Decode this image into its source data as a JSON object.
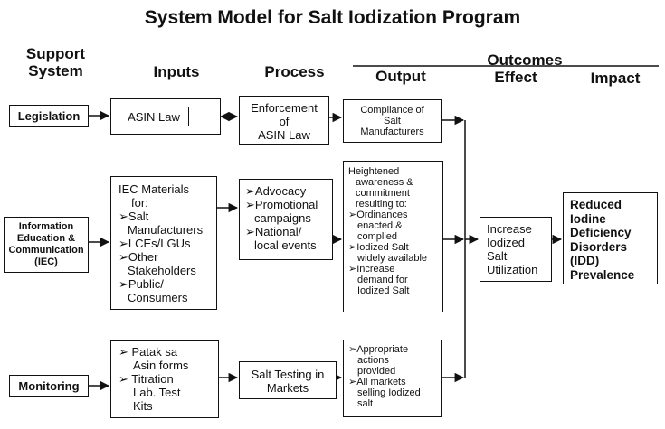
{
  "title": "System Model for Salt Iodization Program",
  "headers": {
    "support": [
      "Support",
      "System"
    ],
    "inputs": "Inputs",
    "process": "Process",
    "outcomes": "Outcomes",
    "output": "Output",
    "effect": "Effect",
    "impact": "Impact"
  },
  "support_system": {
    "legislation": "Legislation",
    "iec": [
      "Information",
      "Education &",
      "Communication",
      "(IEC)"
    ],
    "monitoring": "Monitoring"
  },
  "inputs": {
    "asin_law": "ASIN Law",
    "iec_materials": [
      "IEC Materials",
      "for:",
      "➢Salt",
      "Manufacturers",
      "➢LCEs/LGUs",
      "➢Other",
      "Stakeholders",
      "➢Public/",
      "Consumers"
    ],
    "monitoring_tools": [
      "➢ Patak sa",
      "Asin forms",
      "➢ Titration",
      "Lab. Test",
      "Kits"
    ]
  },
  "process": {
    "enforcement": [
      "Enforcement",
      "of",
      "ASIN Law"
    ],
    "advocacy": [
      "➢Advocacy",
      "➢Promotional",
      "campaigns",
      "➢National/",
      "local events"
    ],
    "salt_testing": [
      "Salt Testing in",
      "Markets"
    ]
  },
  "output": {
    "compliance": [
      "Compliance of",
      "Salt",
      "Manufacturers"
    ],
    "awareness": [
      "Heightened",
      "awareness &",
      "commitment",
      "resulting to:",
      "➢Ordinances",
      "enacted &",
      "complied",
      "➢Iodized Salt",
      "widely available",
      "➢Increase",
      "demand for",
      "Iodized Salt"
    ],
    "actions": [
      "➢Appropriate",
      "actions",
      "provided",
      "➢All markets",
      "selling Iodized",
      "salt"
    ]
  },
  "effect": [
    "Increase",
    "Iodized",
    "Salt",
    "Utilization"
  ],
  "impact": [
    "Reduced",
    "Iodine",
    "Deficiency",
    "Disorders",
    "(IDD)",
    "Prevalence"
  ]
}
